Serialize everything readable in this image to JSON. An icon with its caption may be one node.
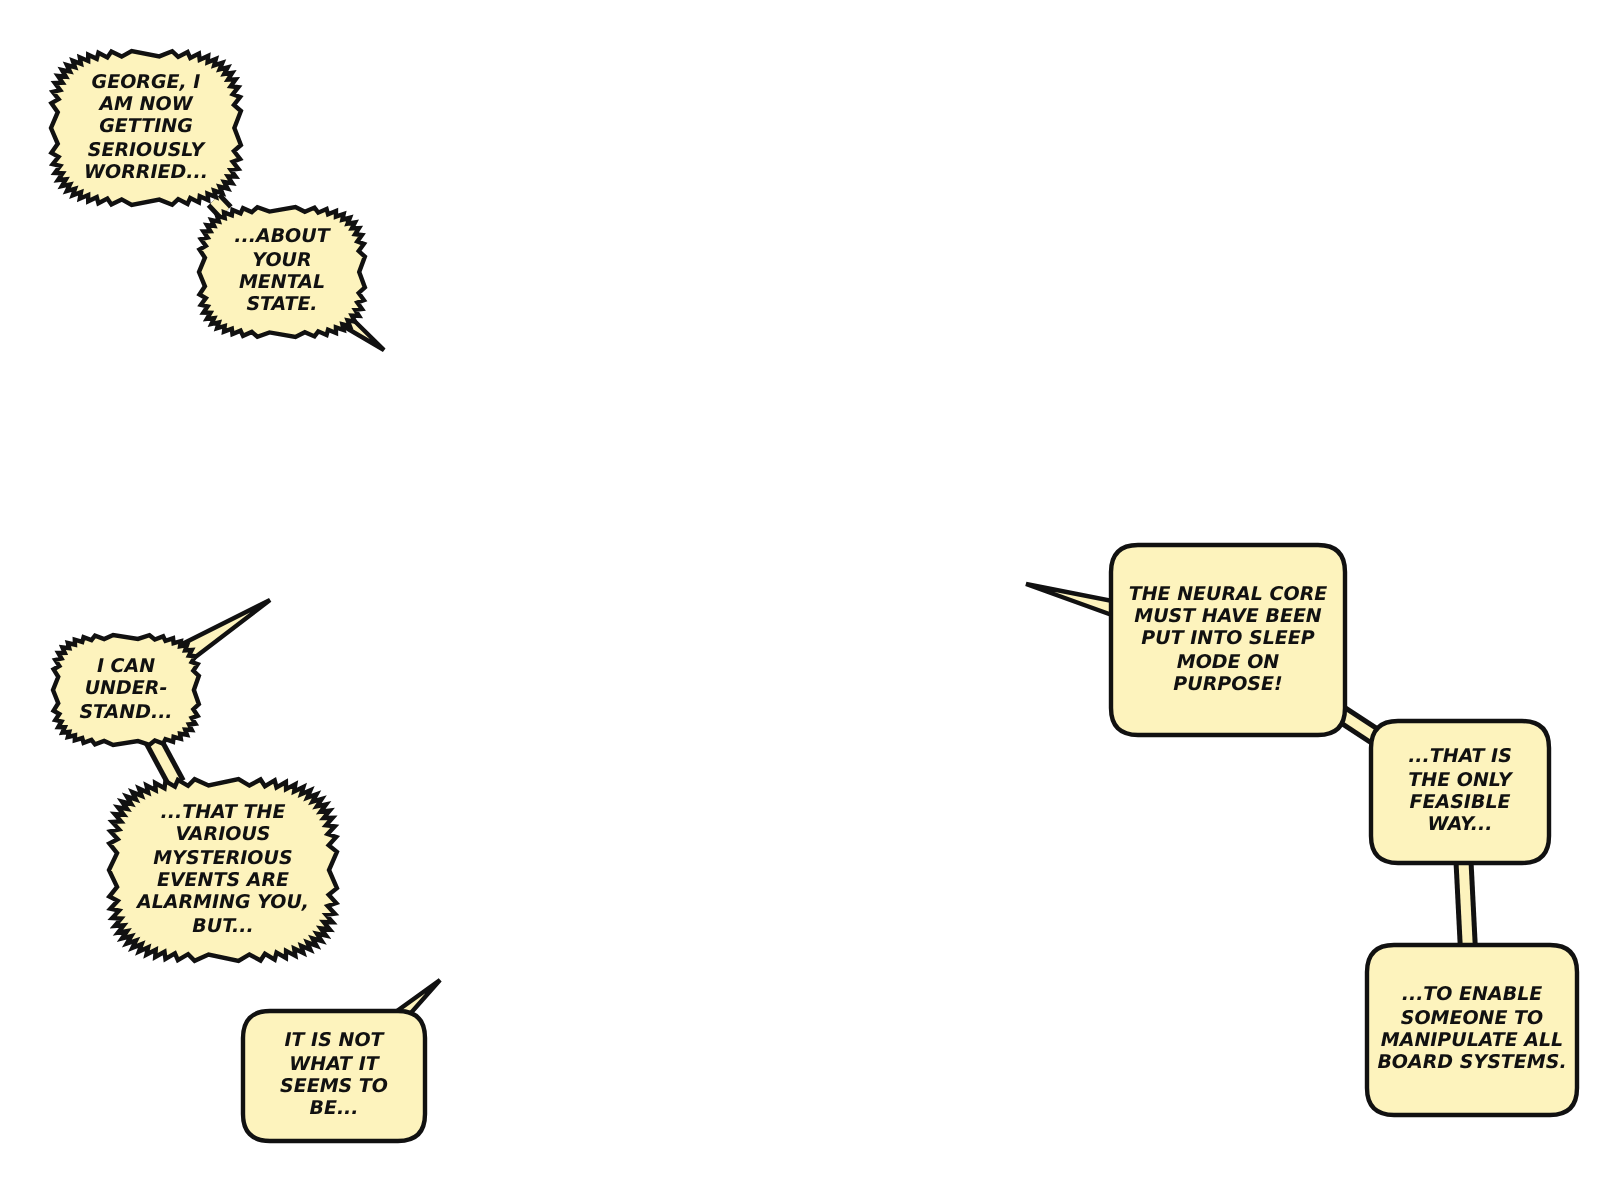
{
  "diagram": {
    "nodes": [
      {
        "text": [
          "GEORGE, I AM NOW GETTING SERIOUSLY WORRIED..."
        ]
      },
      {
        "text": [
          "...ABOUT YOUR MENTAL STATE."
        ]
      },
      {
        "text": [
          "I CAN UNDER- STAND..."
        ]
      },
      {
        "text": [
          "...THAT THE VARIOUS MYSTERIOUS EVENTS ARE ALARMING YOU, BUT..."
        ]
      },
      {
        "text": [
          "IT IS NOT WHAT IT SEEMS TO BE..."
        ]
      },
      {
        "text": [
          "THE NEURAL CORE MUST HAVE BEEN PUT INTO SLEEP MODE ON PURPOSE!"
        ]
      },
      {
        "text": [
          "...THAT IS THE ONLY FEASIBLE WAY..."
        ]
      },
      {
        "text": [
          "...TO ENABLE SOMEONE TO MANIPULATE ALL BOARD SYSTEMS."
        ]
      }
    ],
    "edges": [
      {
        "from": 0,
        "to": 1,
        "arrow": "none"
      },
      {
        "from": 2,
        "to": 3,
        "arrow": "none"
      },
      {
        "from": 5,
        "to": 6,
        "arrow": "none"
      },
      {
        "from": 6,
        "to": 7,
        "arrow": "none"
      }
    ]
  }
}
